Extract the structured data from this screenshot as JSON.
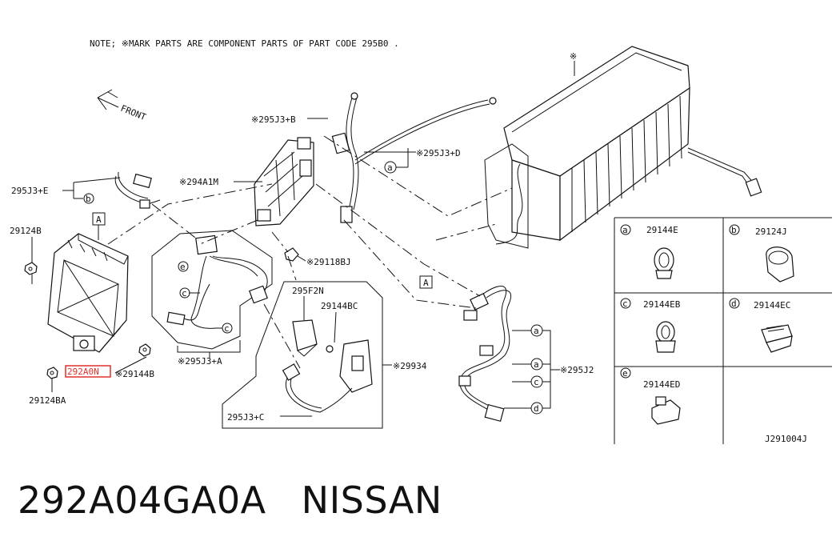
{
  "note": "NOTE; ※MARK PARTS ARE COMPONENT PARTS OF PART CODE 295B0 .",
  "front_label": "FRONT",
  "labels": {
    "j3b": "※295J3+B",
    "j3d": "※295J3+D",
    "j3e": "295J3+E",
    "a1m": "※294A1M",
    "p29124b": "29124B",
    "p29118bj": "※29118BJ",
    "p295f2n": "295F2N",
    "p29144bc": "29144BC",
    "p29934": "※29934",
    "j2": "※295J2",
    "j3a": "※295J3+A",
    "p29144b": "※29144B",
    "p292a0n": "292A0N",
    "p29124ba": "29124BA",
    "j3c": "295J3+C",
    "box_a1": "A",
    "box_a2": "A",
    "star_top": "※",
    "circ_a": "a",
    "circ_b": "b",
    "circ_c": "c",
    "circ_e": "e"
  },
  "legend": {
    "a_key": "a",
    "a_part": "29144E",
    "b_key": "b",
    "b_part": "29124J",
    "c_key": "c",
    "c_part": "29144EB",
    "d_key": "d",
    "d_part": "29144EC",
    "e_key": "e",
    "e_part": "29144ED"
  },
  "diagram_code": "J291004J",
  "part_number": "292A04GA0A",
  "brand": "NISSAN",
  "highlight_color": "#e0302a"
}
